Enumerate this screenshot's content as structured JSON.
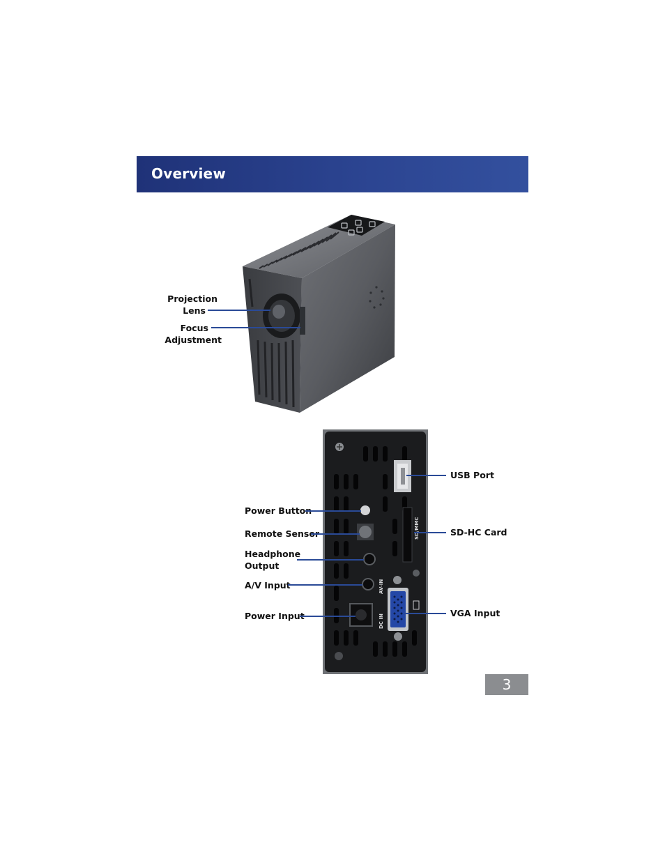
{
  "header": {
    "title": "Overview"
  },
  "front_view": {
    "labels": {
      "projection_lens": [
        "Projection",
        "Lens"
      ],
      "focus_adjustment": [
        "Focus",
        "Adjustment"
      ]
    }
  },
  "rear_view": {
    "labels": {
      "usb_port": "USB Port",
      "power_button": "Power Button",
      "remote_sensor": "Remote Sensor",
      "sd_hc_card": "SD-HC Card",
      "headphone_output": [
        "Headphone",
        "Output"
      ],
      "av_input": "A/V Input",
      "vga_input": "VGA Input",
      "power_input": "Power Input"
    }
  },
  "page_number": "3",
  "colors": {
    "header": "#2c4592",
    "leader": "#2a4a97",
    "page_tab": "#8b8d90"
  }
}
